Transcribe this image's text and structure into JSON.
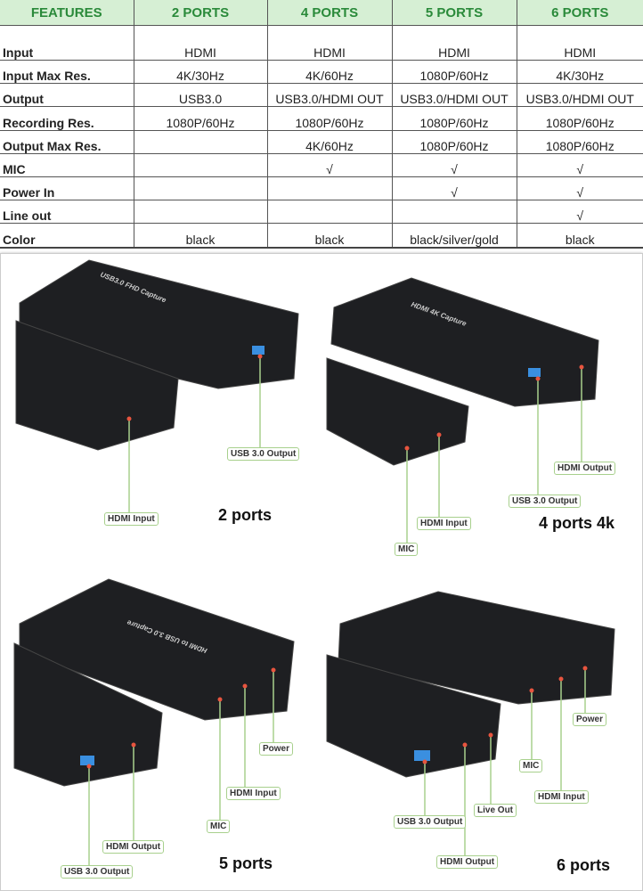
{
  "table": {
    "headers": [
      "FEATURES",
      "2 PORTS",
      "4 PORTS",
      "5 PORTS",
      "6 PORTS"
    ],
    "rows": [
      [
        "Input",
        "HDMI",
        "HDMI",
        "HDMI",
        "HDMI"
      ],
      [
        "Input Max Res.",
        "4K/30Hz",
        "4K/60Hz",
        "1080P/60Hz",
        "4K/30Hz"
      ],
      [
        "Output",
        "USB3.0",
        "USB3.0/HDMI OUT",
        "USB3.0/HDMI OUT",
        "USB3.0/HDMI OUT"
      ],
      [
        "Recording Res.",
        "1080P/60Hz",
        "1080P/60Hz",
        "1080P/60Hz",
        "1080P/60Hz"
      ],
      [
        "Output Max Res.",
        "",
        "4K/60Hz",
        "1080P/60Hz",
        "1080P/60Hz"
      ],
      [
        "MIC",
        "",
        "√",
        "√",
        "√"
      ],
      [
        "Power In",
        "",
        "",
        "√",
        "√"
      ],
      [
        "Line out",
        "",
        "",
        "",
        "√"
      ],
      [
        "Color",
        "black",
        "black",
        "black/silver/gold",
        "black"
      ]
    ],
    "header_bg": "#d6efd4",
    "header_color": "#2a8a3a"
  },
  "products": {
    "p2": {
      "caption": "2 ports",
      "device_text": "USB3.0 FHD Capture",
      "labels": {
        "usb_out": "USB 3.0 Output",
        "hdmi_in": "HDMI Input"
      }
    },
    "p4": {
      "caption": "4 ports 4k",
      "device_text": "HDMI 4K Capture",
      "labels": {
        "hdmi_out": "HDMI Output",
        "usb_out": "USB 3.0 Output",
        "hdmi_in": "HDMI Input",
        "mic": "MIC"
      }
    },
    "p5": {
      "caption": "5 ports",
      "device_text": "HDMI to USB 3.0 Capture",
      "labels": {
        "power": "Power",
        "hdmi_in": "HDMI Input",
        "mic": "MIC",
        "hdmi_out": "HDMI Output",
        "usb_out": "USB 3.0 Output"
      }
    },
    "p6": {
      "caption": "6 ports",
      "labels": {
        "power": "Power",
        "mic": "MIC",
        "hdmi_in": "HDMI Input",
        "live_out": "Live Out",
        "usb_out": "USB 3.0 Output",
        "hdmi_out": "HDMI Output"
      }
    }
  },
  "colors": {
    "device": "#1e1f22",
    "leader_line": "#a8d08d",
    "port_dot": "#e8553f",
    "usb_blue": "#3a8fe0"
  }
}
